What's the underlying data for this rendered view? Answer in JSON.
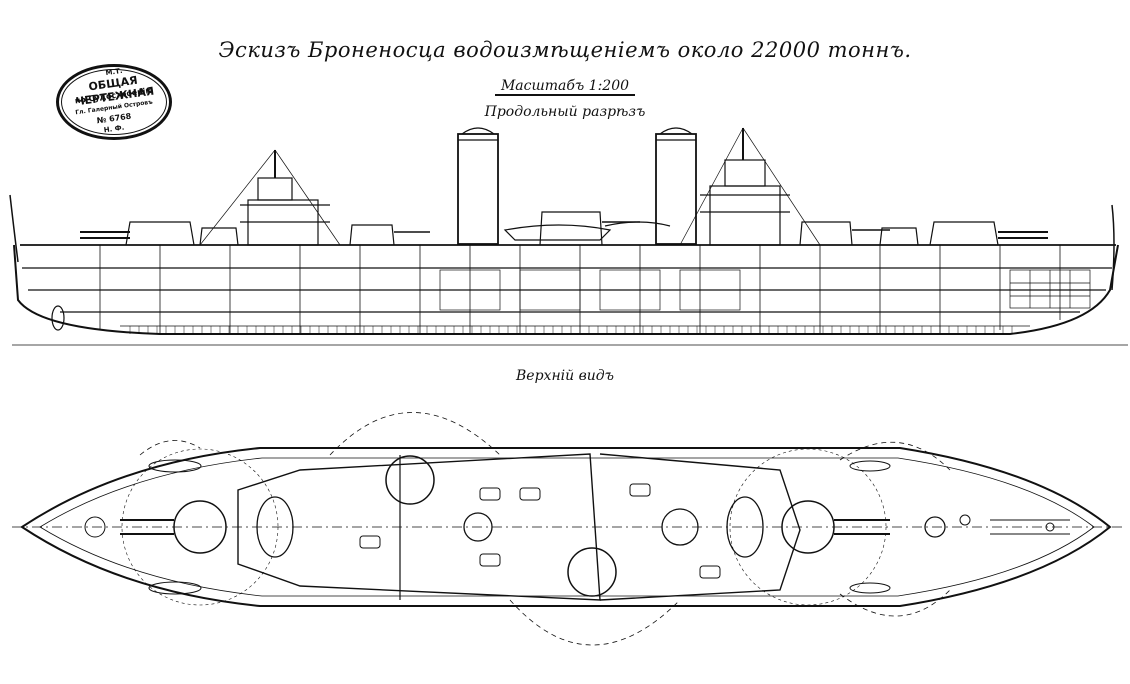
{
  "drawing": {
    "title": "Эскизъ Броненосца водоизмѣщеніемъ около 22000 тоннъ.",
    "scale": "Масштабъ 1:200",
    "longitudinal_label": "Продольный разрѣзъ",
    "top_view_label": "Верхній видъ"
  },
  "stamp": {
    "line1": "М.Т.",
    "line2": "ОБЩАЯ ЧЕРТЕЖНАЯ",
    "line3": "по Судостроенію",
    "line4": "Гл. Галерный Островъ",
    "line5": "№ 6768",
    "line6": "Н. Ф."
  }
}
